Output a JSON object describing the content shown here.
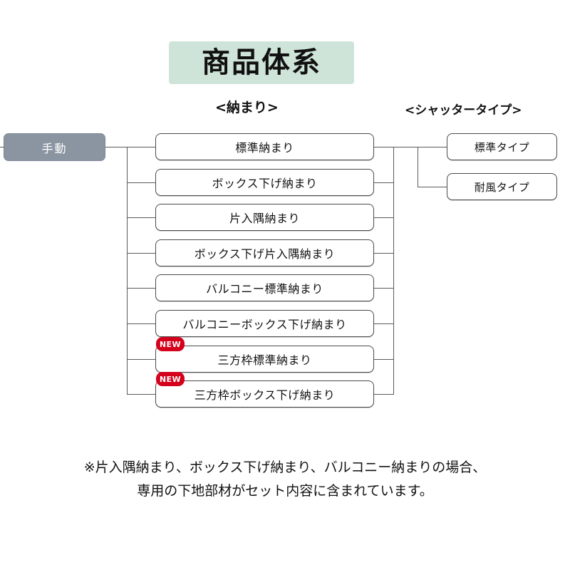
{
  "title": {
    "text": "商品体系",
    "banner_color": "#cfe4d8"
  },
  "columns": {
    "nawamari_header": "<納まり>",
    "shutter_header": "<シャッタータイプ>"
  },
  "root": {
    "label": "手動",
    "color": "#8b95a2"
  },
  "nawamari_items": [
    {
      "label": "標準納まり",
      "badge": ""
    },
    {
      "label": "ボックス下げ納まり",
      "badge": ""
    },
    {
      "label": "片入隅納まり",
      "badge": ""
    },
    {
      "label": "ボックス下げ片入隅納まり",
      "badge": ""
    },
    {
      "label": "バルコニー標準納まり",
      "badge": ""
    },
    {
      "label": "バルコニーボックス下げ納まり",
      "badge": ""
    },
    {
      "label": "三方枠標準納まり",
      "badge": "NEW"
    },
    {
      "label": "三方枠ボックス下げ納まり",
      "badge": "NEW"
    }
  ],
  "shutter_items": [
    {
      "label": "標準タイプ"
    },
    {
      "label": "耐風タイプ"
    }
  ],
  "badge": {
    "new_label": "NEW",
    "color": "#d5001c"
  },
  "footnote": {
    "line1": "※片入隅納まり、ボックス下げ納まり、バルコニー納まりの場合、",
    "line2": "専用の下地部材がセット内容に含まれています。"
  }
}
